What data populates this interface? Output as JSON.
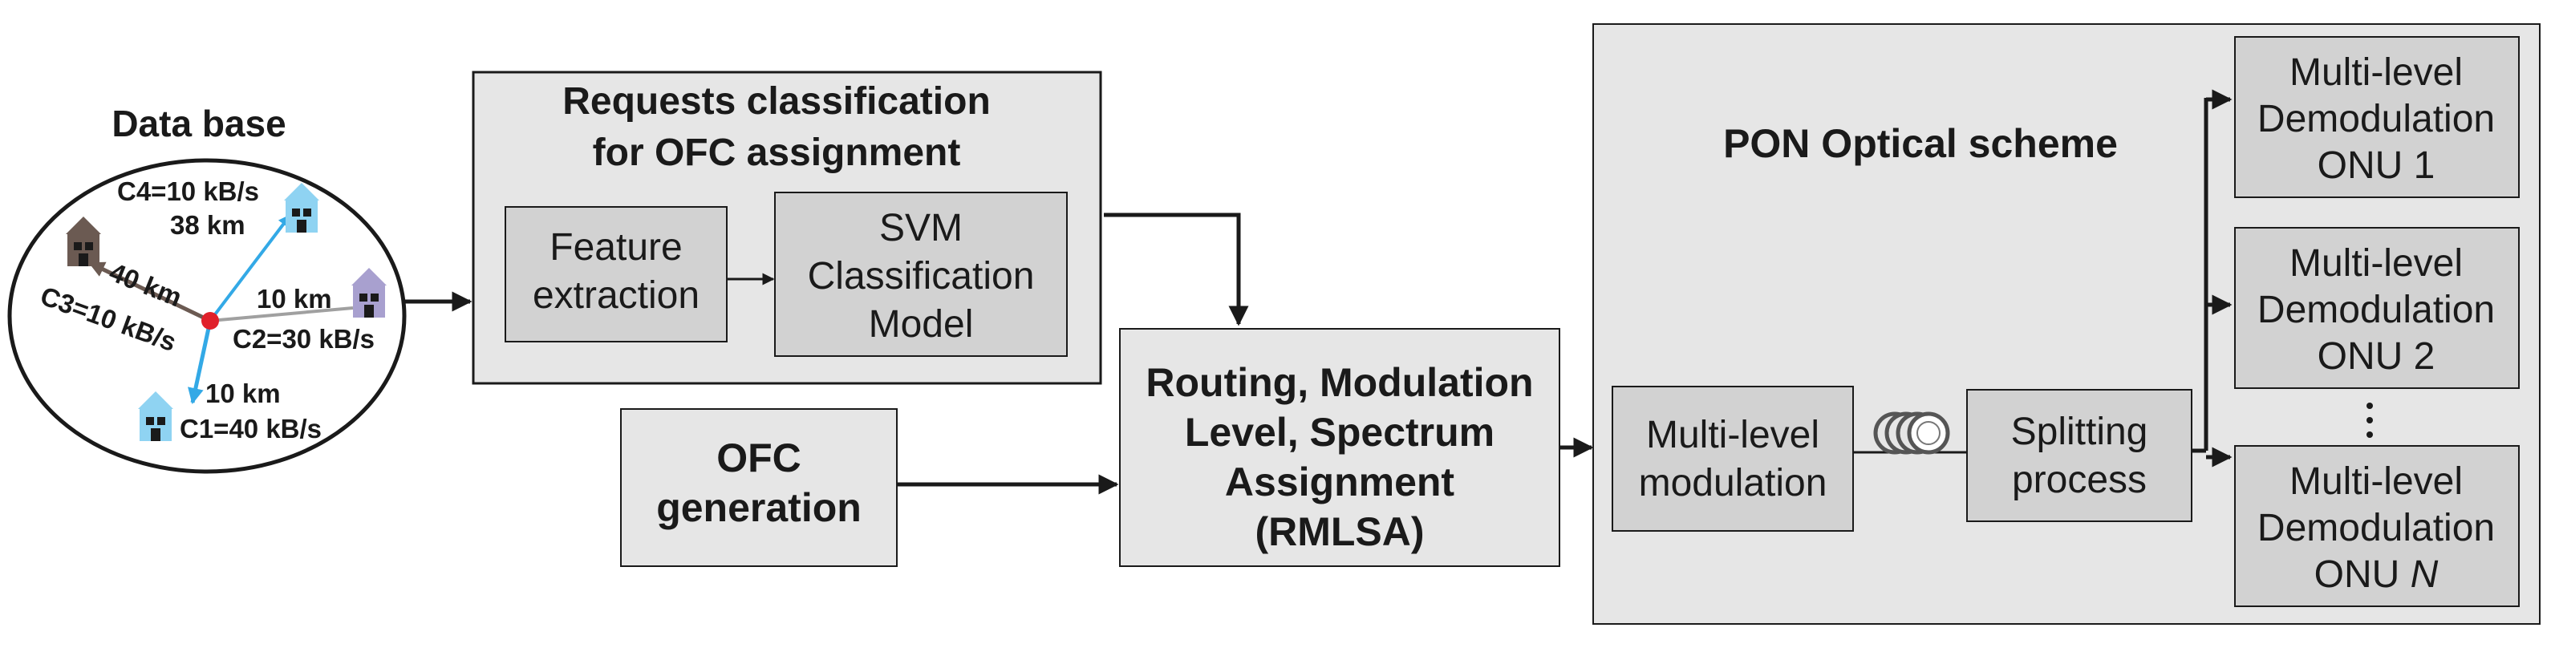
{
  "database": {
    "title": "Data base",
    "c4": {
      "rate": "C4=10 kB/s",
      "dist": "38 km"
    },
    "c3": {
      "rate": "C3=10 kB/s",
      "dist": "40 km"
    },
    "c2": {
      "rate": "C2=30 kB/s",
      "dist": "10 km"
    },
    "c1": {
      "rate": "C1=40 kB/s",
      "dist": "10 km"
    }
  },
  "classification": {
    "title_line1": "Requests classification",
    "title_line2": "for OFC assignment",
    "feature_line1": "Feature",
    "feature_line2": "extraction",
    "svm_line1": "SVM",
    "svm_line2": "Classification",
    "svm_line3": "Model"
  },
  "ofc": {
    "line1": "OFC",
    "line2": "generation"
  },
  "rmlsa": {
    "line1": "Routing, Modulation",
    "line2": "Level, Spectrum",
    "line3": "Assignment",
    "line4": "(RMLSA)"
  },
  "pon": {
    "title": "PON Optical scheme",
    "modulation_line1": "Multi-level",
    "modulation_line2": "modulation",
    "splitting_line1": "Splitting",
    "splitting_line2": "process",
    "onu1": {
      "line1": "Multi-level",
      "line2": "Demodulation",
      "line3": "ONU 1"
    },
    "onu2": {
      "line1": "Multi-level",
      "line2": "Demodulation",
      "line3": "ONU 2"
    },
    "onun": {
      "line1": "Multi-level",
      "line2": "Demodulation",
      "line3_prefix": "ONU ",
      "line3_italic": "N"
    }
  },
  "colors": {
    "box_fill": "#e6e6e6",
    "inner_box_fill": "#d2d2d2",
    "stroke": "#1a1a1a",
    "link_blue": "#33a9e6",
    "link_gray": "#a0a0a0",
    "house_blue": "#8fd3f2",
    "house_purple": "#a8a0cf",
    "house_brown": "#6b5a52",
    "center_red": "#e0202a"
  }
}
